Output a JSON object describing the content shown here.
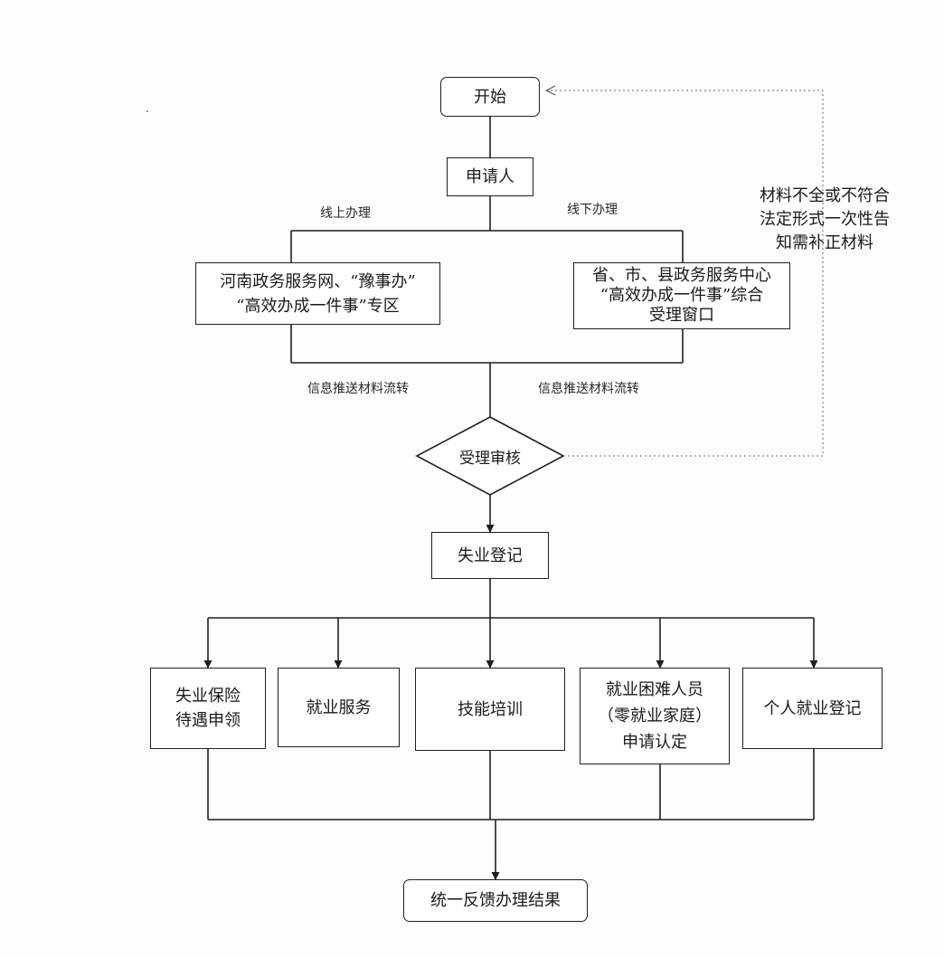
{
  "nodes": {
    "start": "开始",
    "applicant": "申请人",
    "online_window": "河南政务服务网、“豫事办”\n“高效办成一件事”专区",
    "offline_window": "省、市、县政务服务中心\n“高效办成一件事”综合\n受理窗口",
    "review": "受理审核",
    "unemployment_registration": "失业登记",
    "insurance_claim": "失业保险\n待遇申领",
    "employment_service": "就业服务",
    "skill_training": "技能培训",
    "hardship_certification": "就业困难人员\n（零就业家庭）\n申请认定",
    "personal_employment_registration": "个人就业登记",
    "unified_feedback": "统一反馈办理结果"
  },
  "edge_labels": {
    "online": "线上办理",
    "offline": "线下办理",
    "info_push_left": "信息推送材料流转",
    "info_push_right": "信息推送材料流转"
  },
  "return_note": {
    "lines": [
      "材料不全或不符合",
      "法定形式一次性告",
      "知需补正材料"
    ]
  },
  "colors": {
    "line": "#1f1f1f",
    "dotted_line": "#8a8a8a",
    "box_fill": "#ffffff"
  }
}
